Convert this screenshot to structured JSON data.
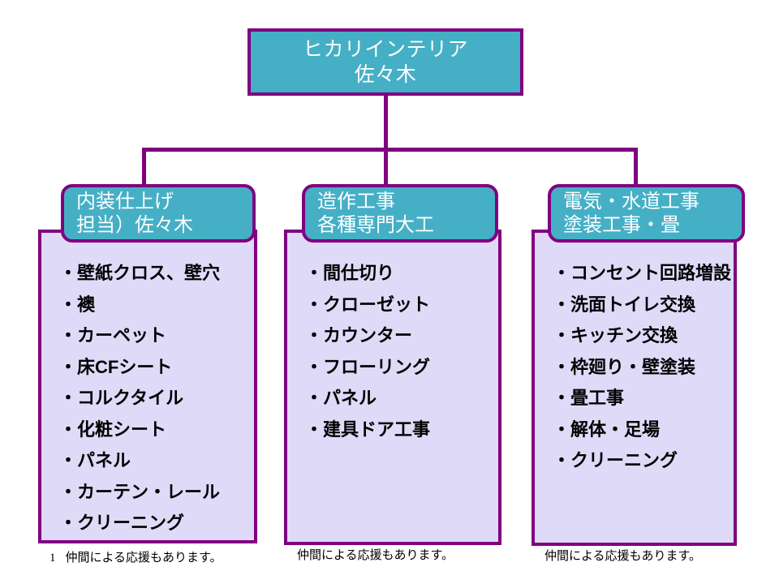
{
  "colors": {
    "header_fill": "#45AFC5",
    "body_fill": "#DFDAF7",
    "border": "#800080",
    "header_text": "#FFFFFF",
    "item_text": "#000000",
    "page_background": "#FFFFFF"
  },
  "root": {
    "line1": "ヒカリインテリア",
    "line2": "佐々木"
  },
  "columns": [
    {
      "header_line1": "内装仕上げ",
      "header_line2": "担当）佐々木",
      "items": [
        "・壁紙クロス、壁穴",
        "・襖",
        "・カーペット",
        "・床CFシート",
        "・コルクタイル",
        "・化粧シート",
        "・パネル",
        "・カーテン・レール",
        "・クリーニング"
      ],
      "footnote_number": "1",
      "footnote_text": "仲間による応援もあります。"
    },
    {
      "header_line1": "造作工事",
      "header_line2": "各種専門大工",
      "items": [
        "・間仕切り",
        "・クローゼット",
        "・カウンター",
        "・フローリング",
        "・パネル",
        "・建具ドア工事"
      ],
      "footnote_number": "",
      "footnote_text": "仲間による応援もあります。"
    },
    {
      "header_line1": "電気・水道工事",
      "header_line2": "塗装工事・畳",
      "items": [
        "・コンセント回路増設",
        "・洗面トイレ交換",
        "・キッチン交換",
        "・枠廻り・壁塗装",
        "・畳工事",
        "・解体・足場",
        "・クリーニング"
      ],
      "footnote_number": "",
      "footnote_text": "仲間による応援もあります。"
    }
  ]
}
